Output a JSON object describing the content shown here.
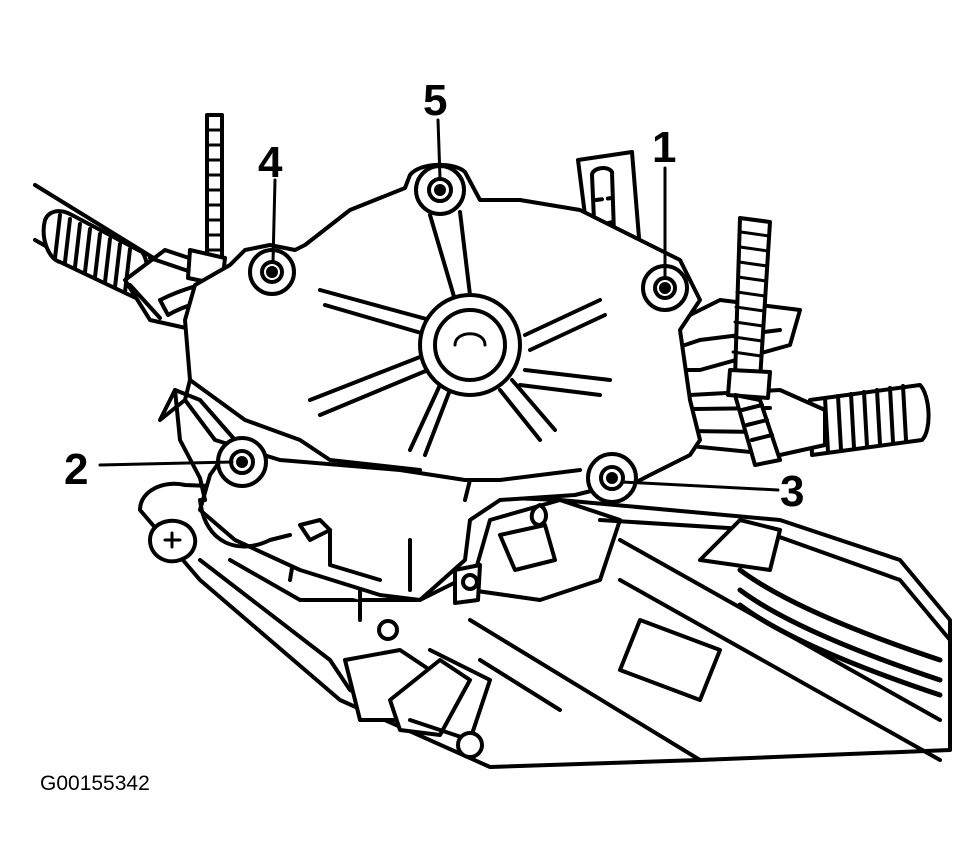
{
  "callouts": [
    {
      "id": "1",
      "label": "1"
    },
    {
      "id": "2",
      "label": "2"
    },
    {
      "id": "3",
      "label": "3"
    },
    {
      "id": "4",
      "label": "4"
    },
    {
      "id": "5",
      "label": "5"
    }
  ],
  "figure_id": "G00155342",
  "colors": {
    "ink": "#000000",
    "paper": "#ffffff"
  }
}
